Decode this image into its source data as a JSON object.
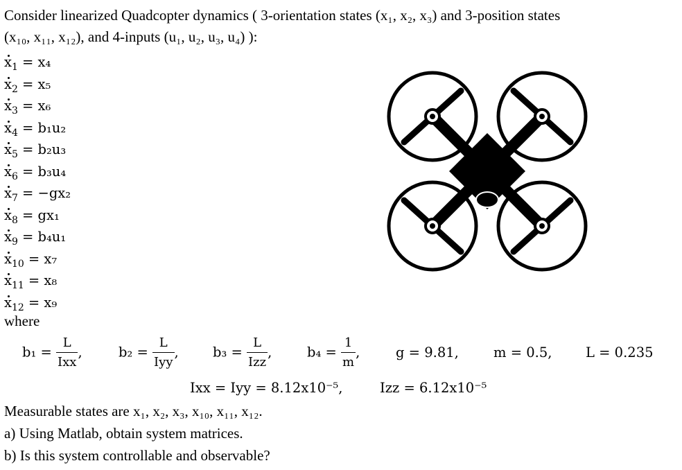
{
  "intro": {
    "line1": "Consider linearized Quadcopter dynamics ( 3-orientation states (x₁, x₂, x₃) and 3-position states",
    "line2": "(x₁₀, x₁₁, x₁₂), and 4-inputs (u₁, u₂, u₃, u₄) ):"
  },
  "equations": [
    {
      "lhs": "x",
      "sub": "1",
      "rhs": "= x₄"
    },
    {
      "lhs": "x",
      "sub": "2",
      "rhs": "= x₅"
    },
    {
      "lhs": "x",
      "sub": "3",
      "rhs": "= x₆"
    },
    {
      "lhs": "x",
      "sub": "4",
      "rhs": "= b₁u₂"
    },
    {
      "lhs": "x",
      "sub": "5",
      "rhs": "= b₂u₃"
    },
    {
      "lhs": "x",
      "sub": "6",
      "rhs": "= b₃u₄"
    },
    {
      "lhs": "x",
      "sub": "7",
      "rhs": "= −gx₂"
    },
    {
      "lhs": "x",
      "sub": "8",
      "rhs": "= gx₁"
    },
    {
      "lhs": "x",
      "sub": "9",
      "rhs": "= b₄u₁"
    },
    {
      "lhs": "x",
      "sub": "10",
      "rhs": "= x₇"
    },
    {
      "lhs": "x",
      "sub": "11",
      "rhs": "= x₈"
    },
    {
      "lhs": "x",
      "sub": "12",
      "rhs": "= x₉"
    }
  ],
  "where_label": "where",
  "params": {
    "b1_lhs": "b₁ =",
    "b1_num": "L",
    "b1_den": "Ixx",
    "b2_lhs": "b₂ =",
    "b2_num": "L",
    "b2_den": "Iyy",
    "b3_lhs": "b₃ =",
    "b3_num": "L",
    "b3_den": "Izz",
    "b4_lhs": "b₄ =",
    "b4_num": "1",
    "b4_den": "m",
    "sep": ",",
    "g": "g = 9.81,",
    "m": "m = 0.5,",
    "L": "L = 0.235"
  },
  "inertia": {
    "ixx_iyy": "Ixx = Iyy = 8.12x10⁻⁵,",
    "izz": "Izz = 6.12x10⁻⁵"
  },
  "measurable": "Measurable states are x₁, x₂, x₃, x₁₀, x₁₁, x₁₂.",
  "questions": {
    "a": "a) Using Matlab, obtain system matrices.",
    "b": "b) Is this system controllable and observable?"
  },
  "icons": {
    "drone": "quadcopter-icon"
  }
}
